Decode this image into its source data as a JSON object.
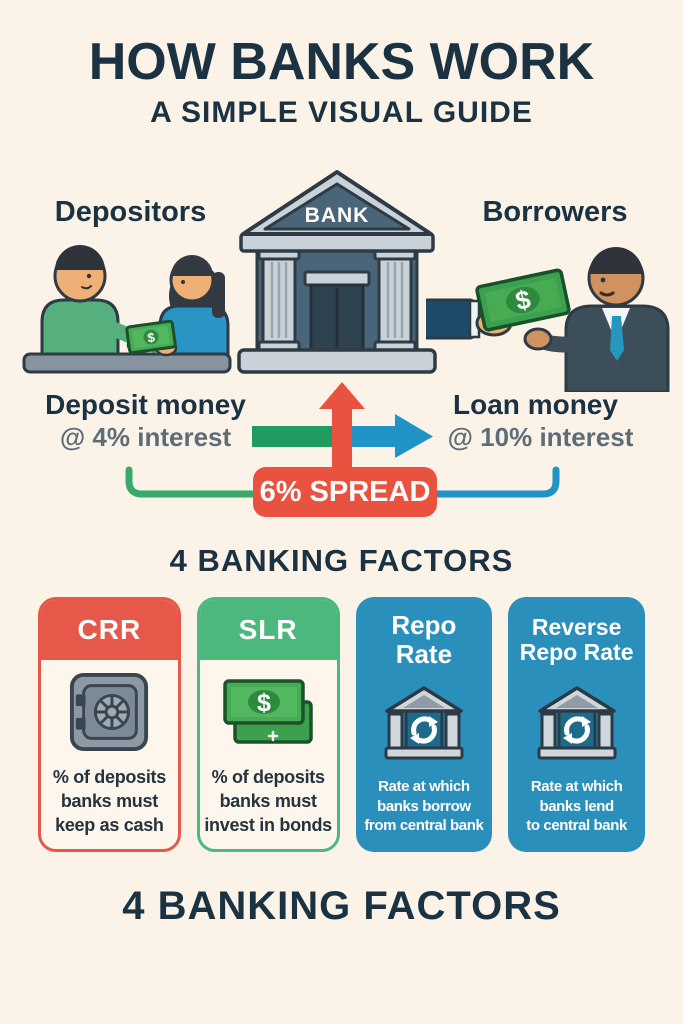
{
  "page": {
    "title": "HOW BANKS WORK",
    "subtitle": "A SIMPLE VISUAL GUIDE"
  },
  "flow": {
    "depositors_label": "Depositors",
    "bank_label": "BANK",
    "borrowers_label": "Borrowers",
    "deposit_title": "Deposit money",
    "deposit_rate": "@ 4% interest",
    "loan_title": "Loan money",
    "loan_rate": "@ 10% interest",
    "spread_label": "6% SPREAD"
  },
  "factors": {
    "heading": "4 BANKING FACTORS",
    "bottom_heading": "4 BANKING FACTORS",
    "cards": [
      {
        "title": "CRR",
        "description": "% of deposits\nbanks must\nkeep as cash",
        "icon": "safe-icon",
        "accent": "#e6584a",
        "style": "outlined"
      },
      {
        "title": "SLR",
        "description": "% of deposits\nbanks must\ninvest in bonds",
        "icon": "cash-icon",
        "accent": "#4cb87d",
        "style": "outlined"
      },
      {
        "title": "Repo\nRate",
        "description": "Rate at which\nbanks borrow\nfrom central bank",
        "icon": "bank-refresh-icon",
        "accent": "#2a8fba",
        "style": "solid"
      },
      {
        "title": "Reverse\nRepo Rate",
        "description": "Rate at which\nbanks lend\nto central bank",
        "icon": "bank-refresh-icon",
        "accent": "#2a8fba",
        "style": "solid"
      }
    ]
  },
  "colors": {
    "background": "#fcf3e8",
    "ink": "#1b3242",
    "muted": "#5d6d78",
    "crr_red": "#e6584a",
    "slr_green": "#4cb87d",
    "repo_blue": "#2a8fba",
    "arrow_green": "#1f9c61",
    "arrow_blue": "#2193c6",
    "bracket_green": "#36a96b",
    "spread_red": "#e8523e",
    "card_body": "#fdf6ec"
  }
}
